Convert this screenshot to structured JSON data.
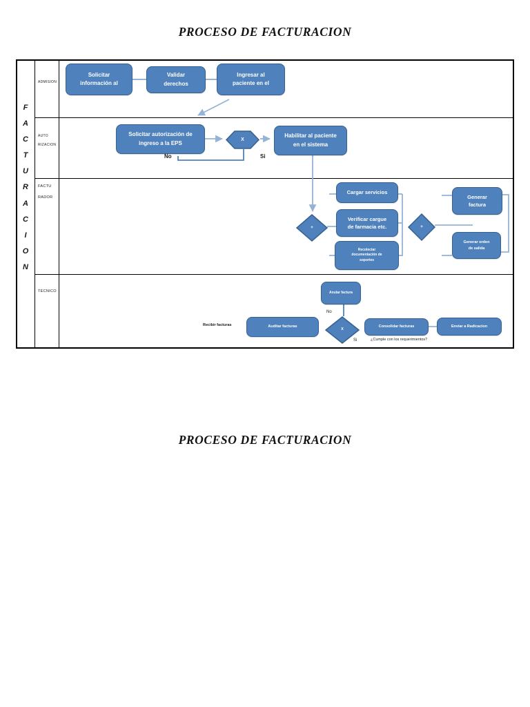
{
  "page": {
    "title_top": "PROCESO DE FACTURACION",
    "title_bottom": "PROCESO DE FACTURACION"
  },
  "colors": {
    "node_fill": "#4f81bd",
    "node_border": "#36618e",
    "connector_light": "#95b3d7",
    "connector_medium": "#4f81bd",
    "frame_border": "#000000",
    "node_text": "#ffffff",
    "page_background": "#ffffff"
  },
  "swimlane": {
    "vertical_letters": [
      "F",
      "A",
      "C",
      "T",
      "U",
      "R",
      "A",
      "C",
      "I",
      "O",
      "N"
    ],
    "lane_labels": [
      [
        "ADMISION"
      ],
      [
        "AUTO",
        "RIZACION"
      ],
      [
        "FACTU",
        "RADOR"
      ],
      [
        "TECNICO"
      ]
    ]
  },
  "flow": {
    "admision": {
      "solicitar_informacion": "Solicitar\ninformación al",
      "validar_derechos": "Validar\nderechos",
      "ingresar_paciente": "Ingresar al\npaciente en el"
    },
    "autorizacion": {
      "solicitar_autorizacion": "Solicitar autorización de\ningreso a la EPS",
      "decision_x": "X",
      "habilitar_paciente": "Habilitar al paciente\nen el sistema",
      "no_label": "No",
      "si_label": "Si"
    },
    "facturador": {
      "merge_plus_1": "+",
      "cargar_servicios": "Cargar servicios",
      "verificar_cargue": "Verificar cargue\nde farmacia etc.",
      "recolectar_documentacion": "Recolectar\ndocumentación de\nsoportes",
      "merge_plus_2": "+",
      "generar_factura": "Generar\nfactura",
      "generar_orden": "Generar orden\nde salida"
    },
    "tecnico": {
      "anular_factura": "Anular factura",
      "no_label": "No",
      "recibir_facturas": "Recibir facturas",
      "auditar_facturas": "Auditar facturas",
      "decision_x": "X",
      "consolidar_facturas": "Consolidar facturas",
      "enviar_radicacion": "Enviar a Radicacion",
      "si_label": "Si",
      "cumple_pregunta": "¿Cumple con los requerimientos?"
    }
  }
}
